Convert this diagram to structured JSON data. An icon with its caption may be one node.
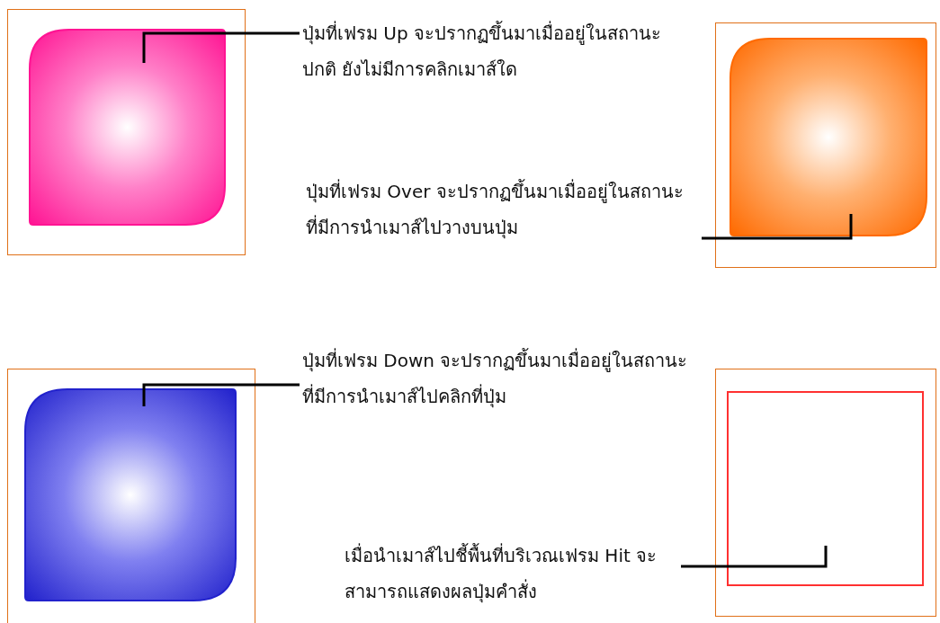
{
  "diagram": {
    "nodes": [
      {
        "text": [],
        "shape": "box"
      },
      {
        "text": [
          "ปุ่มที่เฟรม Up จะปรากฏขึ้นมาเมื่ออยู่ในสถานะปกติ ยังไม่มีการคลิกเมาส์ใด"
        ]
      },
      {
        "text": [],
        "shape": "box"
      },
      {
        "text": [
          "ปุ่มที่เฟรม Over จะปรากฏขึ้นมาเมื่ออยู่ในสถานะที่มีการนำเมาส์ไปวางบนปุ่ม"
        ]
      },
      {
        "text": [],
        "shape": "box"
      },
      {
        "text": [
          "ปุ่มที่เฟรม Down จะปรากฏขึ้นมาเมื่ออยู่ในสถานะที่มีการนำเมาส์ไปคลิกที่ปุ่ม"
        ]
      },
      {
        "text": [
          "เมื่อนำเมาส์ไปชี้พื้นที่บริเวณเฟรม Hit จะสามารถแสดงผลปุ่มคำสั่ง"
        ]
      },
      {
        "text": [],
        "shape": "box"
      }
    ],
    "edges": [
      {
        "from": 1,
        "to": 0,
        "arrow": "none"
      },
      {
        "from": 3,
        "to": 2,
        "arrow": "none"
      },
      {
        "from": 5,
        "to": 4,
        "arrow": "none"
      },
      {
        "from": 6,
        "to": 7,
        "arrow": "none"
      }
    ]
  }
}
